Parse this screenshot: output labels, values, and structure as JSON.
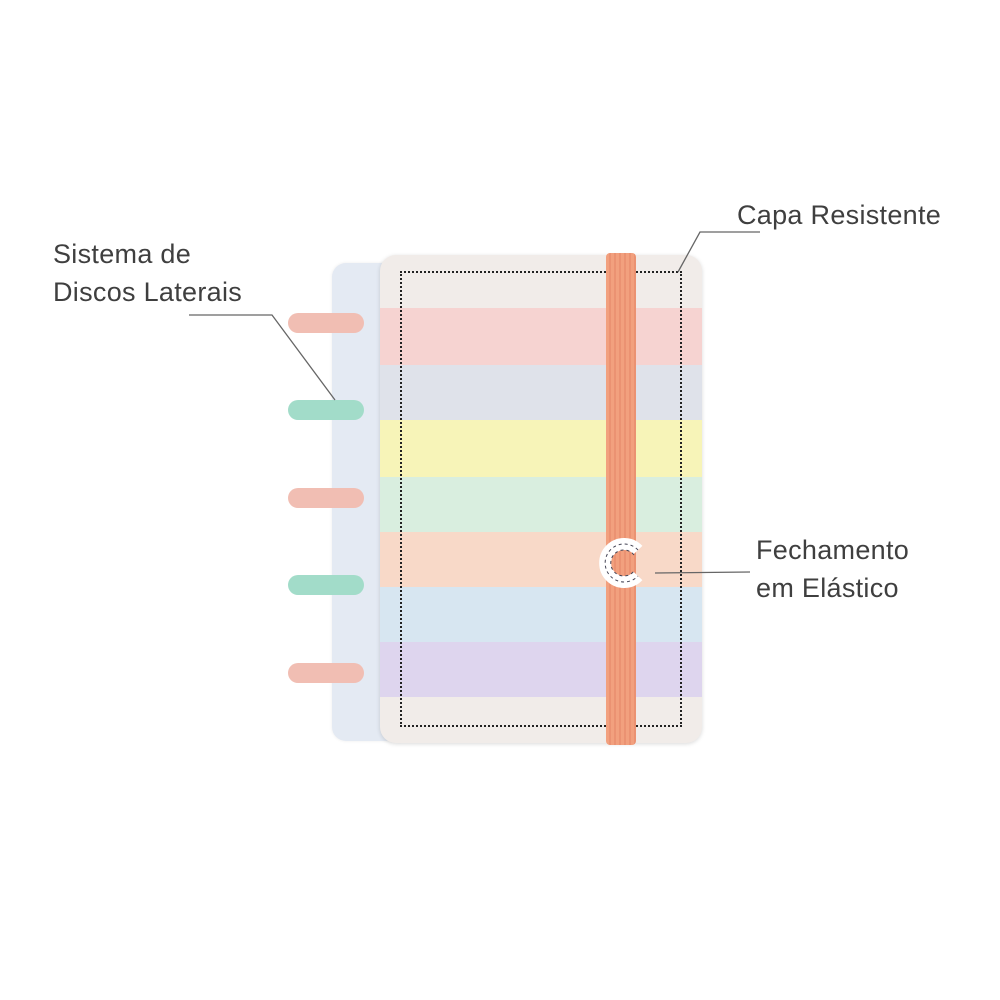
{
  "callouts": {
    "discs": {
      "line1": "Sistema de",
      "line2": "Discos Laterais"
    },
    "cover": {
      "text": "Capa Resistente"
    },
    "elastic": {
      "line1": "Fechamento",
      "line2": "em Elástico"
    }
  },
  "colors": {
    "stripes": [
      "#f1ece9",
      "#f6d3d1",
      "#dfe2ea",
      "#f7f4b8",
      "#d9eedf",
      "#f8d9c8",
      "#d7e6f1",
      "#ded5ee",
      "#f1ece9"
    ],
    "rings": [
      "#f1beb3",
      "#9fdcc8",
      "#f1beb3",
      "#9fdcc8",
      "#f1beb3"
    ],
    "elastic": "#f09878"
  }
}
